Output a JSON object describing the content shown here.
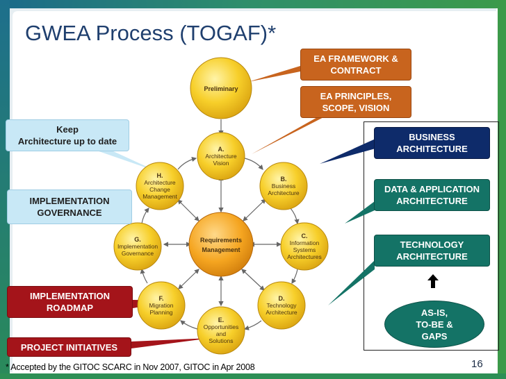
{
  "slide": {
    "title": "GWEA Process (TOGAF)*",
    "footnote": "* Accepted by the GITOC SCARC in Nov 2007, GITOC in Apr 2008",
    "slide_number": "16"
  },
  "colors": {
    "title": "#1f3f6e",
    "orange": "#c8641e",
    "light_blue": "#c8e8f6",
    "navy": "#0e2b6a",
    "teal": "#147366",
    "red": "#a4141a",
    "node_fill": "#f7cf2a"
  },
  "callouts": {
    "ea_framework": [
      "EA FRAMEWORK &",
      "CONTRACT"
    ],
    "ea_principles": [
      "EA PRINCIPLES,",
      "SCOPE, VISION"
    ],
    "keep_up_to_date": [
      "Keep",
      "Architecture up to date"
    ],
    "impl_governance": [
      "IMPLEMENTATION",
      "GOVERNANCE"
    ],
    "impl_roadmap": [
      "IMPLEMENTATION",
      "ROADMAP"
    ],
    "project_initiatives": [
      "PROJECT INITIATIVES"
    ],
    "business_arch": [
      "BUSINESS",
      "ARCHITECTURE"
    ],
    "data_app_arch": [
      "DATA & APPLICATION",
      "ARCHITECTURE"
    ],
    "technology_arch": [
      "TECHNOLOGY",
      "ARCHITECTURE"
    ],
    "asis_tobe_gaps": [
      "AS-IS,",
      "TO-BE &",
      "GAPS"
    ]
  },
  "cycle": {
    "preliminary": [
      "Preliminary"
    ],
    "center": [
      "Requirements",
      "Management"
    ],
    "nodes": [
      {
        "letter": "A.",
        "lines": [
          "Architecture",
          "Vision"
        ]
      },
      {
        "letter": "B.",
        "lines": [
          "Business",
          "Architecture"
        ]
      },
      {
        "letter": "C.",
        "lines": [
          "Information",
          "Systems",
          "Architectures"
        ]
      },
      {
        "letter": "D.",
        "lines": [
          "Technology",
          "Architecture"
        ]
      },
      {
        "letter": "E.",
        "lines": [
          "Opportunities",
          "and",
          "Solutions"
        ]
      },
      {
        "letter": "F.",
        "lines": [
          "Migration",
          "Planning"
        ]
      },
      {
        "letter": "G.",
        "lines": [
          "Implementation",
          "Governance"
        ]
      },
      {
        "letter": "H.",
        "lines": [
          "Architecture",
          "Change",
          "Management"
        ]
      }
    ]
  }
}
